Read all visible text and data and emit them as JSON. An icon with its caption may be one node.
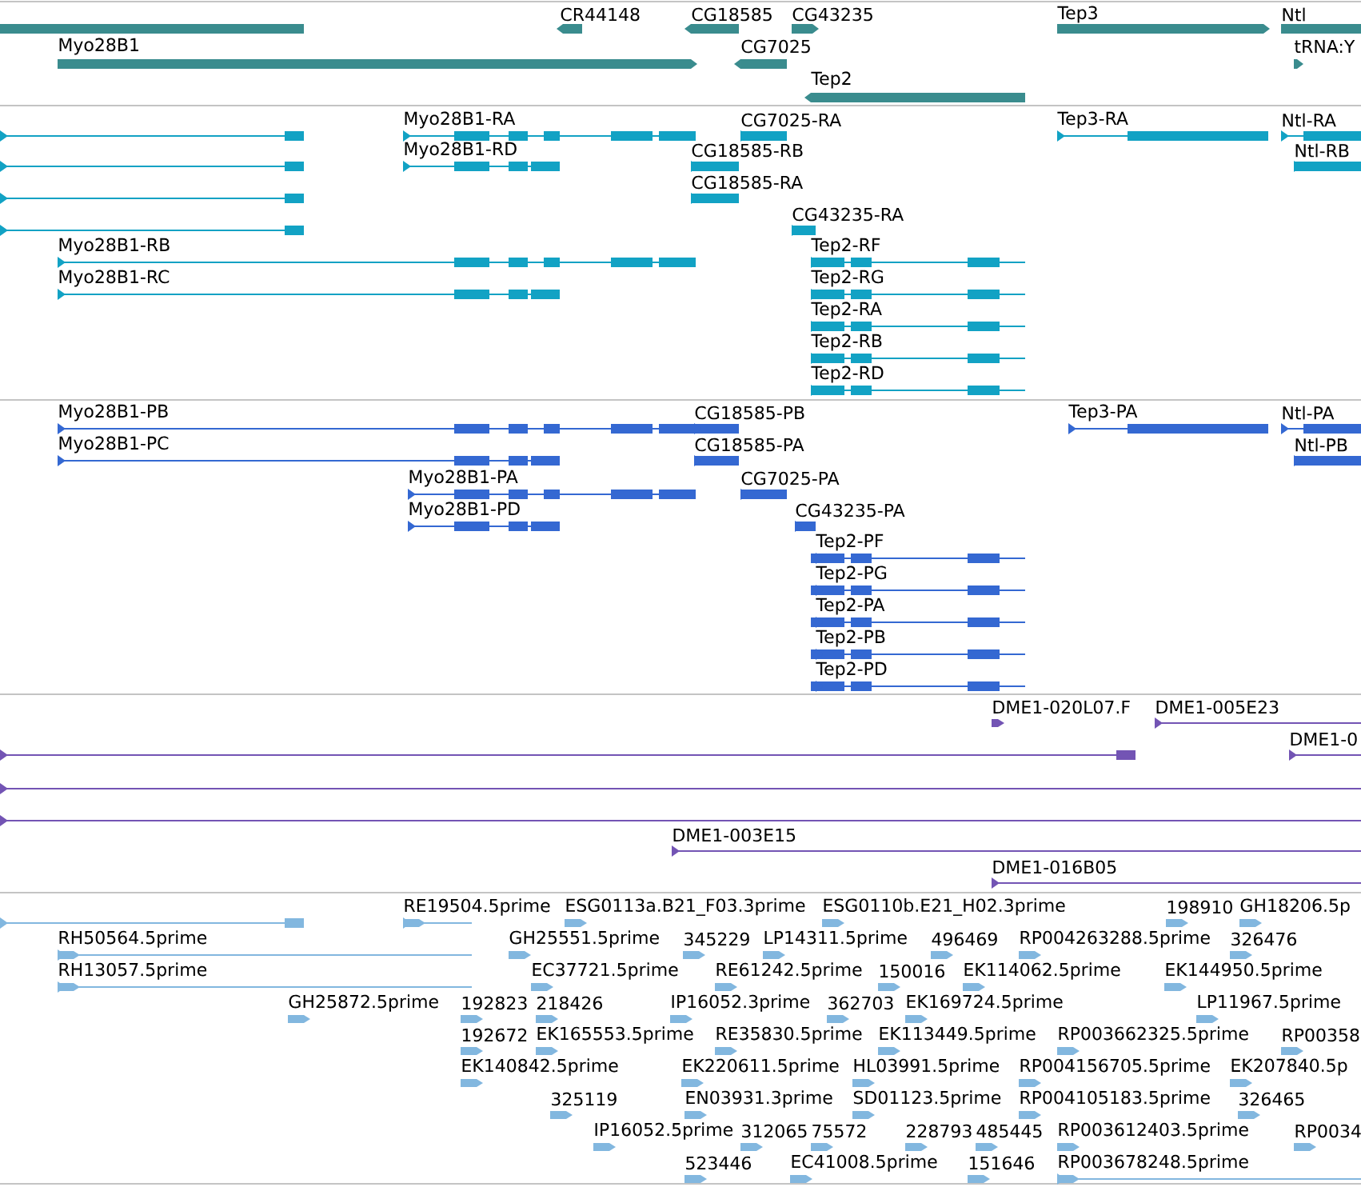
{
  "diagram": {
    "labels": [
      "CR44148",
      "CG18585",
      "CG43235",
      "Tep3",
      "Ntl",
      "Myo28B1",
      "CG7025",
      "tRNA:Y",
      "Tep2",
      "Myo28B1-RA",
      "CG7025-RA",
      "Tep3-RA",
      "Ntl-RA",
      "Myo28B1-RD",
      "CG18585-RB",
      "Ntl-RB",
      "CG18585-RA",
      "CG43235-RA",
      "Myo28B1-RB",
      "Tep2-RF",
      "Myo28B1-RC",
      "Tep2-RG",
      "Tep2-RA",
      "Tep2-RB",
      "Tep2-RD",
      "Myo28B1-PB",
      "CG18585-PB",
      "Tep3-PA",
      "Ntl-PA",
      "Myo28B1-PC",
      "CG18585-PA",
      "Ntl-PB",
      "Myo28B1-PA",
      "CG7025-PA",
      "Myo28B1-PD",
      "CG43235-PA",
      "Tep2-PF",
      "Tep2-PG",
      "Tep2-PA",
      "Tep2-PB",
      "Tep2-PD",
      "DME1-020L07.F",
      "DME1-005E23",
      "DME1-0",
      "DME1-003E15",
      "DME1-016B05",
      "RE19504.5prime",
      "ESG0113a.B21_F03.3prime",
      "ESG0110b.E21_H02.3prime",
      "198910",
      "GH18206.5p",
      "RH50564.5prime",
      "GH25551.5prime",
      "345229",
      "LP14311.5prime",
      "496469",
      "RP004263288.5prime",
      "326476",
      "RH13057.5prime",
      "EC37721.5prime",
      "RE61242.5prime",
      "150016",
      "EK114062.5prime",
      "EK144950.5prime",
      "GH25872.5prime",
      "192823",
      "218426",
      "IP16052.3prime",
      "362703",
      "EK169724.5prime",
      "LP11967.5prime",
      "192672",
      "EK165553.5prime",
      "RE35830.5prime",
      "EK113449.5prime",
      "RP003662325.5prime",
      "RP00358",
      "EK140842.5prime",
      "EK220611.5prime",
      "HL03991.5prime",
      "RP004156705.5prime",
      "EK207840.5p",
      "325119",
      "EN03931.3prime",
      "SD01123.5prime",
      "RP004105183.5prime",
      "326465",
      "IP16052.5prime",
      "312065",
      "75572",
      "228793",
      "485445",
      "RP003612403.5prime",
      "RP0034",
      "523446",
      "EC41008.5prime",
      "151646",
      "RP003678248.5prime"
    ]
  }
}
